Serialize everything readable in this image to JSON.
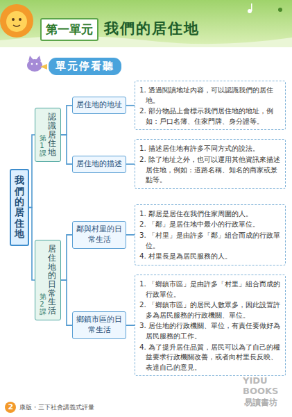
{
  "diagram": {
    "title": "我們的居住地",
    "nodes": [
      {
        "text": [
          "第一單元"
        ]
      },
      {
        "text": [
          "單元停看聽"
        ]
      },
      {
        "text": [
          "我們的居住地"
        ]
      },
      {
        "text": [
          "第1課",
          "認識居住地"
        ]
      },
      {
        "text": [
          "居住地的地址"
        ]
      },
      {
        "text": [
          "1. 透過閱讀地址內容，可以認識我們的居住地。",
          "2. 部分物品上會標示我們居住地的地址，例如：戶口名簿、住家門牌、身分證等。"
        ]
      },
      {
        "text": [
          "居住地的描述"
        ]
      },
      {
        "text": [
          "1. 描述居住地有許多不同方式的說法。",
          "2. 除了地址之外，也可以運用其他資訊來描述居住地，例如：道路名稱、知名的商家或景點等。"
        ]
      },
      {
        "text": [
          "第2課",
          "居住地的日常生活"
        ]
      },
      {
        "text": [
          "鄰與村里的日常生活"
        ]
      },
      {
        "text": [
          "1. 鄰居是居住在我們住家周圍的人。",
          "2. 「鄰」是居住地中最小的行政單位。",
          "3. 「村里」是由許多「鄰」組合而成的行政單位。",
          "4. 村里長是為居民服務的人。"
        ]
      },
      {
        "text": [
          "鄉鎮市區的日常生活"
        ]
      },
      {
        "text": [
          "1. 「鄉鎮市區」是由許多「村里」組合而成的行政單位。",
          "2. 「鄉鎮市區」的居民人數眾多，因此設置許多為居民服務的行政機關、單位。",
          "3. 居住地的行政機關、單位，有責任要做好為居民服務的工作。",
          "4. 為了提升居住品質，居民可以為了自己的權益要求行政機關改善，或者向村里長反映、表達自己的意見。"
        ]
      }
    ],
    "edges": [
      {
        "from": 2,
        "to": 3,
        "arrow": "none"
      },
      {
        "from": 2,
        "to": 8,
        "arrow": "none"
      },
      {
        "from": 3,
        "to": 4,
        "arrow": "none"
      },
      {
        "from": 3,
        "to": 6,
        "arrow": "none"
      },
      {
        "from": 4,
        "to": 5,
        "arrow": "none"
      },
      {
        "from": 6,
        "to": 7,
        "arrow": "none"
      },
      {
        "from": 8,
        "to": 9,
        "arrow": "none"
      },
      {
        "from": 8,
        "to": 11,
        "arrow": "none"
      },
      {
        "from": 9,
        "to": 10,
        "arrow": "none"
      },
      {
        "from": 11,
        "to": 12,
        "arrow": "none"
      }
    ],
    "labels": [
      "2",
      "康版・三下社會講義式評量",
      "YIDU",
      "BOOKS",
      "易讀書坊"
    ]
  }
}
